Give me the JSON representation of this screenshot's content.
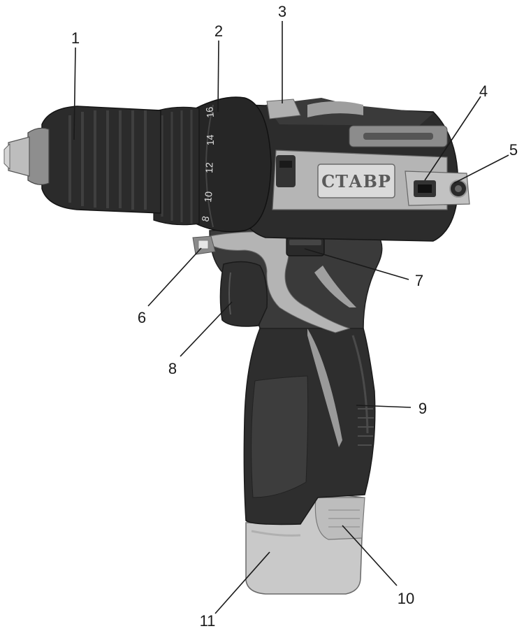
{
  "figure": {
    "brand_logo": "СТАВР",
    "clutch_dial_marks": [
      "8",
      "10",
      "12",
      "14",
      "16"
    ],
    "callouts": [
      {
        "label": "1"
      },
      {
        "label": "2"
      },
      {
        "label": "3"
      },
      {
        "label": "4"
      },
      {
        "label": "5"
      },
      {
        "label": "6"
      },
      {
        "label": "7"
      },
      {
        "label": "8"
      },
      {
        "label": "9"
      },
      {
        "label": "10"
      },
      {
        "label": "11"
      }
    ]
  }
}
